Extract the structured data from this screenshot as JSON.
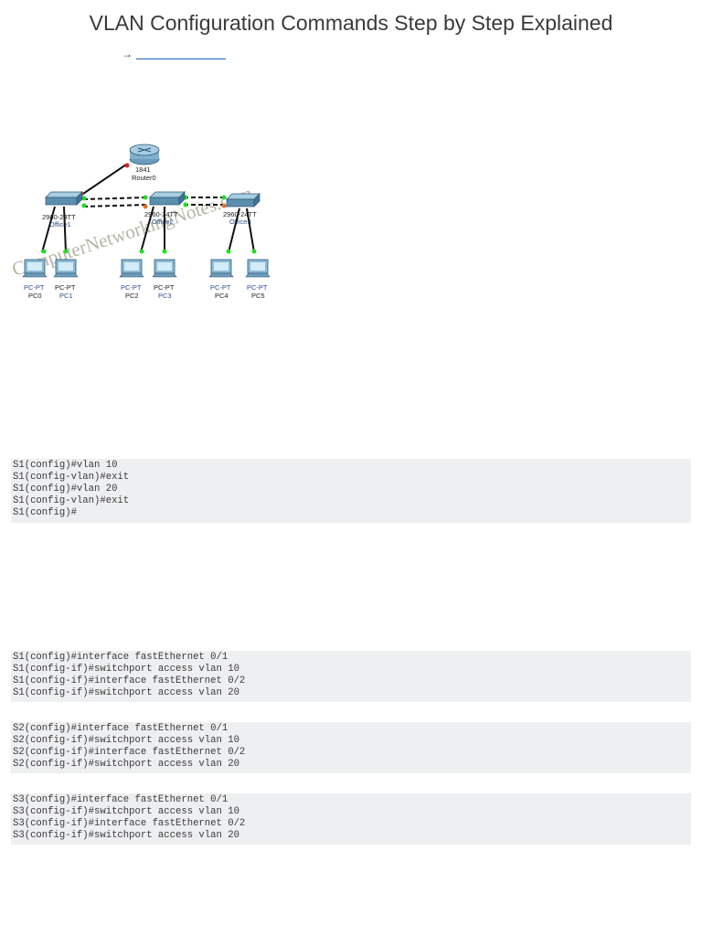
{
  "page": {
    "title": "VLAN Configuration Commands Step by Step Explained",
    "toc_arrow": "→"
  },
  "diagram": {
    "router": {
      "model": "1841",
      "name": "Router0"
    },
    "switches": [
      {
        "model": "2960-24TT",
        "name": "Office1"
      },
      {
        "model": "2960-24TT",
        "name": "Office2"
      },
      {
        "model": "2960-24TT",
        "name": "Office3"
      }
    ],
    "pcs": [
      {
        "type": "PC-PT",
        "name": "PC0"
      },
      {
        "type": "PC-PT",
        "name": "PC1"
      },
      {
        "type": "PC-PT",
        "name": "PC2"
      },
      {
        "type": "PC-PT",
        "name": "PC3"
      },
      {
        "type": "PC-PT",
        "name": "PC4"
      },
      {
        "type": "PC-PT",
        "name": "PC5"
      }
    ],
    "watermark": "ComputerNetworkingNotes.com",
    "colors": {
      "link_up": "#22dd22",
      "link_down": "#dd2222",
      "trunk_warn": "#e07030",
      "device_body": "#5a8fb0"
    }
  },
  "code_blocks": {
    "vlan_create": [
      "S1(config)#vlan 10",
      "S1(config-vlan)#exit",
      "S1(config)#vlan 20",
      "S1(config-vlan)#exit",
      "S1(config)#"
    ],
    "s1_access": [
      "S1(config)#interface fastEthernet 0/1",
      "S1(config-if)#switchport access vlan 10",
      "S1(config-if)#interface fastEthernet 0/2",
      "S1(config-if)#switchport access vlan 20"
    ],
    "s2_access": [
      "S2(config)#interface fastEthernet 0/1",
      "S2(config-if)#switchport access vlan 10",
      "S2(config-if)#interface fastEthernet 0/2",
      "S2(config-if)#switchport access vlan 20"
    ],
    "s3_access": [
      "S3(config)#interface fastEthernet 0/1",
      "S3(config-if)#switchport access vlan 10",
      "S3(config-if)#interface fastEthernet 0/2",
      "S3(config-if)#switchport access vlan 20"
    ]
  }
}
